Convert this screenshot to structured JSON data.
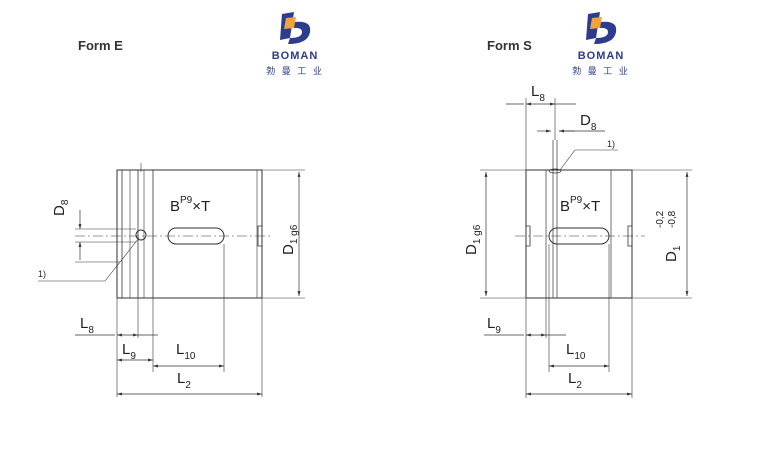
{
  "brand": {
    "name": "BOMAN",
    "subtitle": "勃 曼 工 业",
    "colors": {
      "blue": "#2d3c8c",
      "orange": "#f2a43a"
    }
  },
  "formE": {
    "title": "Form E",
    "labels": {
      "d8": "D",
      "d8_sub": "8",
      "note": "1)",
      "bp9": "B",
      "bp9_sup": "P9",
      "bp9_tail": "×T",
      "d1": "D",
      "d1_sub": "1 g6",
      "l8": "L",
      "l8_sub": "8",
      "l9": "L",
      "l9_sub": "9",
      "l10": "L",
      "l10_sub": "10",
      "l2": "L",
      "l2_sub": "2"
    }
  },
  "formS": {
    "title": "Form S",
    "labels": {
      "l8": "L",
      "l8_sub": "8",
      "d8": "D",
      "d8_sub": "8",
      "note": "1)",
      "bp9": "B",
      "bp9_sup": "P9",
      "bp9_tail": "×T",
      "d1g6": "D",
      "d1g6_sub": "1 g6",
      "d1tol": "D",
      "d1tol_sub": "1",
      "tol_upper": "-0,2",
      "tol_lower": "-0,8",
      "l9": "L",
      "l9_sub": "9",
      "l10": "L",
      "l10_sub": "10",
      "l2": "L",
      "l2_sub": "2"
    }
  }
}
